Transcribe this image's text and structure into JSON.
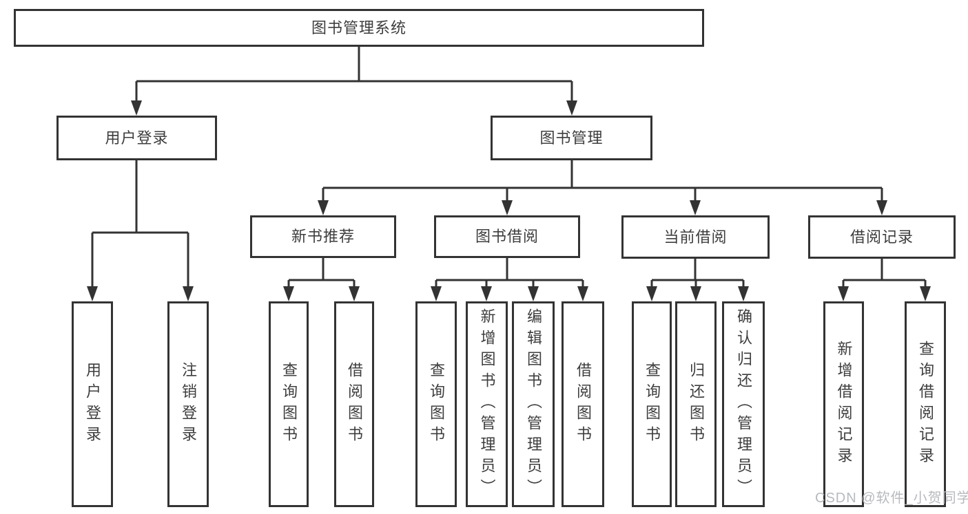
{
  "tree": {
    "label": "图书管理系统",
    "children": [
      {
        "label": "用户登录",
        "children": [
          {
            "label": "用户登录"
          },
          {
            "label": "注销登录"
          }
        ]
      },
      {
        "label": "图书管理",
        "children": [
          {
            "label": "新书推荐",
            "children": [
              {
                "label": "查询图书"
              },
              {
                "label": "借阅图书"
              }
            ]
          },
          {
            "label": "图书借阅",
            "children": [
              {
                "label": "查询图书"
              },
              {
                "label": "新增图书（管理员）"
              },
              {
                "label": "编辑图书（管理员）"
              },
              {
                "label": "借阅图书"
              }
            ]
          },
          {
            "label": "当前借阅",
            "children": [
              {
                "label": "查询图书"
              },
              {
                "label": "归还图书"
              },
              {
                "label": "确认归还（管理员）"
              }
            ]
          },
          {
            "label": "借阅记录",
            "children": [
              {
                "label": "新增借阅记录"
              },
              {
                "label": "查询借阅记录"
              }
            ]
          }
        ]
      }
    ]
  },
  "watermark": "CSDN @软件_小贺同学",
  "colors": {
    "line": "#333333",
    "box_border": "#333333",
    "text": "#3d3d3d",
    "watermark": "#b7babd",
    "background": "#ffffff"
  }
}
